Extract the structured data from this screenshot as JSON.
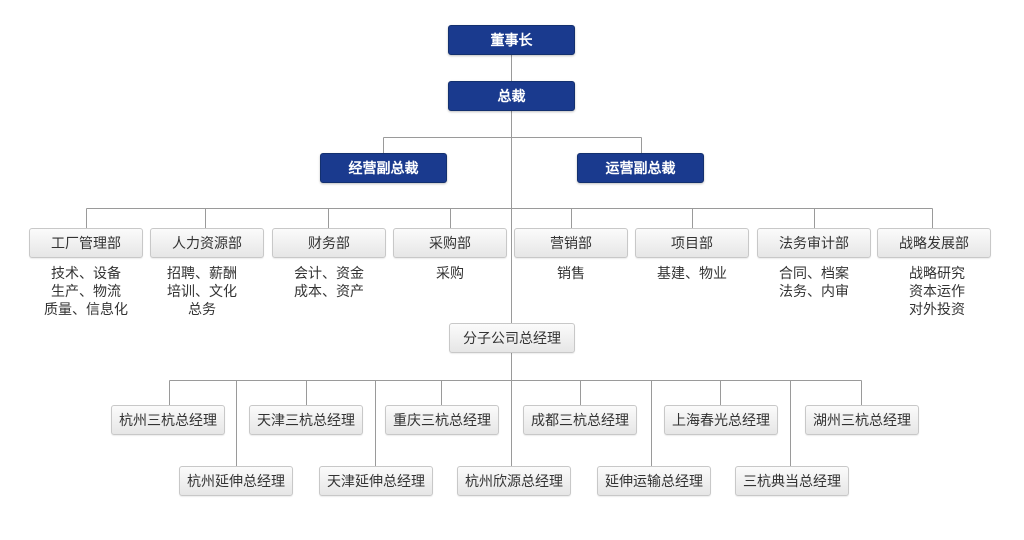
{
  "chairman": "董事长",
  "president": "总裁",
  "vps": [
    "经营副总裁",
    "运营副总裁"
  ],
  "departments": [
    {
      "name": "工厂管理部",
      "duties": [
        "技术、设备",
        "生产、物流",
        "质量、信息化"
      ]
    },
    {
      "name": "人力资源部",
      "duties": [
        "招聘、薪酬",
        "培训、文化",
        "总务"
      ]
    },
    {
      "name": "财务部",
      "duties": [
        "会计、资金",
        "成本、资产"
      ]
    },
    {
      "name": "采购部",
      "duties": [
        "采购"
      ]
    },
    {
      "name": "营销部",
      "duties": [
        "销售"
      ]
    },
    {
      "name": "项目部",
      "duties": [
        "基建、物业"
      ]
    },
    {
      "name": "法务审计部",
      "duties": [
        "合同、档案",
        "法务、内审"
      ]
    },
    {
      "name": "战略发展部",
      "duties": [
        "战略研究",
        "资本运作",
        "对外投资"
      ]
    }
  ],
  "subsidiary_head": "分子公司总经理",
  "branches_upper": [
    "杭州三杭总经理",
    "天津三杭总经理",
    "重庆三杭总经理",
    "成都三杭总经理",
    "上海春光总经理",
    "湖州三杭总经理"
  ],
  "branches_lower": [
    "杭州延伸总经理",
    "天津延伸总经理",
    "杭州欣源总经理",
    "延伸运输总经理",
    "三杭典当总经理"
  ],
  "colors": {
    "exec_fill": "#1a3a8e",
    "box_fill": "#eeeeee",
    "line": "#9a9a9a"
  }
}
